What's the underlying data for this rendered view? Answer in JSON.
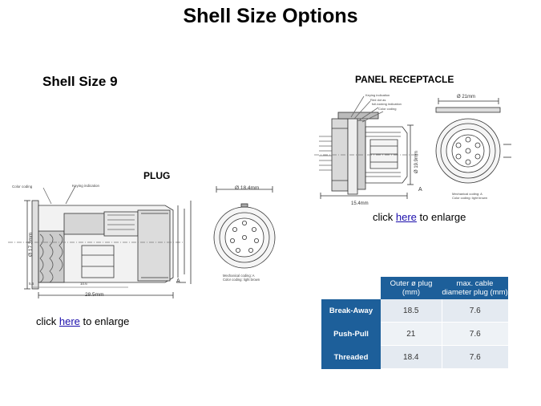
{
  "page": {
    "title": "Shell Size Options",
    "shell_size_heading": "Shell Size 9"
  },
  "plug": {
    "label": "PLUG",
    "dimensions": {
      "diameter_main": "Ø 17.3mm",
      "length": "28.5mm",
      "front_diameter": "Ø 18.4mm",
      "dim_5_6": "5.6",
      "dim_10_6": "10.6"
    },
    "callouts": {
      "color_coding": "Color coding",
      "keying_indication": "Keying indication",
      "mech_coding": "Mechanical coding: A",
      "color_coding_bottom": "Color coding: light brown",
      "section_label": "A"
    },
    "caption": {
      "prefix": "click ",
      "link": "here",
      "suffix": " to enlarge"
    }
  },
  "receptacle": {
    "label": "PANEL RECEPTACLE",
    "dimensions": {
      "body_diameter": "Ø 19.9mm",
      "length": "15.4mm",
      "flange_diameter": "Ø 21mm"
    },
    "callouts": {
      "keying_indication": "Keying indication",
      "red_dot": "Red dot as",
      "full_locking": "full-locking indication",
      "color_coding": "Color coding",
      "mech_coding": "Mechanical coding: A",
      "color_coding_bottom": "Color coding: light brown",
      "section_label": "A"
    },
    "caption": {
      "prefix": "click ",
      "link": "here",
      "suffix": " to enlarge"
    }
  },
  "spec_table": {
    "headers": [
      "Outer ø plug (mm)",
      "max. cable diameter plug (mm)"
    ],
    "rows": [
      {
        "type": "Break-Away",
        "outer": "18.5",
        "cable": "7.6"
      },
      {
        "type": "Push-Pull",
        "outer": "21",
        "cable": "7.6"
      },
      {
        "type": "Threaded",
        "outer": "18.4",
        "cable": "7.6"
      }
    ]
  },
  "colors": {
    "table_header": "#1d5f9a",
    "table_row": "#e4eaf1",
    "link": "#1a0dab",
    "drawing_line": "#333333"
  }
}
